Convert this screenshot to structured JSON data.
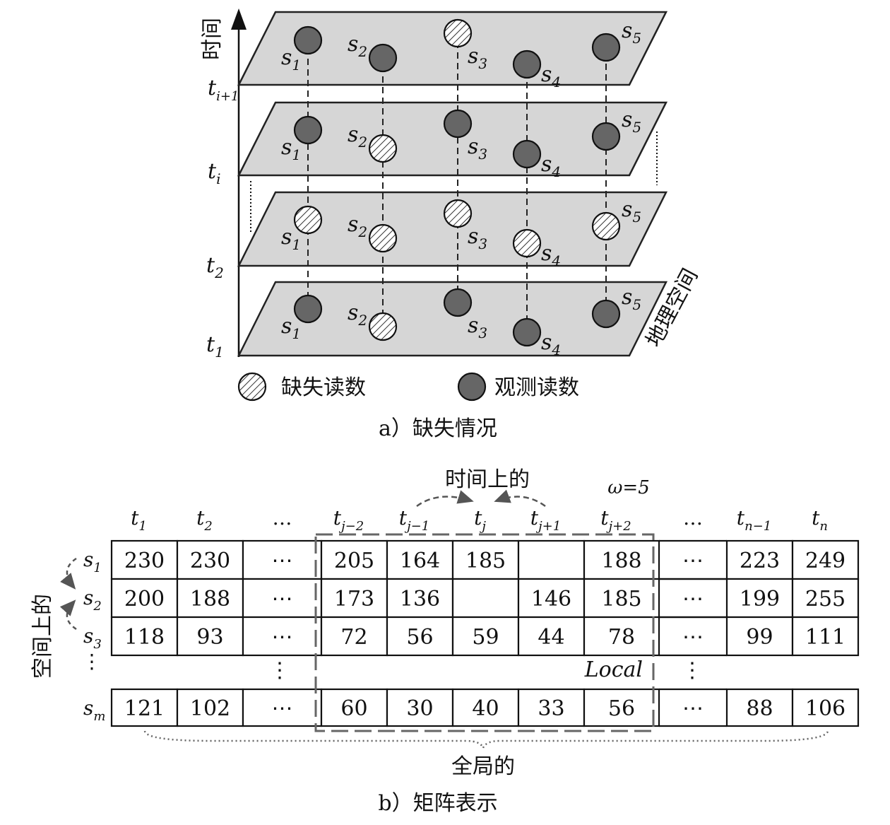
{
  "panel_a": {
    "axis_time": "时间",
    "axis_space": "地理空间",
    "time_labels": [
      {
        "t": "t",
        "sub": "1"
      },
      {
        "t": "t",
        "sub": "2"
      },
      {
        "t": "t",
        "sub": "i"
      },
      {
        "t": "t",
        "sub": "i+1"
      }
    ],
    "sensors": [
      "1",
      "2",
      "3",
      "4",
      "5"
    ],
    "layers": [
      {
        "time": "t_1",
        "states": [
          "observed",
          "missing",
          "observed",
          "observed",
          "observed"
        ]
      },
      {
        "time": "t_2",
        "states": [
          "missing",
          "missing",
          "missing",
          "missing",
          "missing"
        ]
      },
      {
        "time": "t_i",
        "states": [
          "observed",
          "missing",
          "observed",
          "observed",
          "observed"
        ]
      },
      {
        "time": "t_i+1",
        "states": [
          "observed",
          "observed",
          "missing",
          "observed",
          "observed"
        ]
      }
    ],
    "legend": {
      "missing": "缺失读数",
      "observed": "观测读数"
    },
    "caption": "a）缺失情况"
  },
  "panel_b": {
    "temporal_label": "时间上的",
    "spatial_label": "空间上的",
    "global_label": "全局的",
    "local_label": "Local",
    "window_label": "ω=5",
    "col_headers": [
      {
        "t": "t",
        "sub": "1"
      },
      {
        "t": "t",
        "sub": "2"
      },
      {
        "t": "…",
        "sub": ""
      },
      {
        "t": "t",
        "sub": "j−2"
      },
      {
        "t": "t",
        "sub": "j−1"
      },
      {
        "t": "t",
        "sub": "j"
      },
      {
        "t": "t",
        "sub": "j+1"
      },
      {
        "t": "t",
        "sub": "j+2"
      },
      {
        "t": "…",
        "sub": ""
      },
      {
        "t": "t",
        "sub": "n−1"
      },
      {
        "t": "t",
        "sub": "n"
      }
    ],
    "row_headers": [
      {
        "s": "s",
        "sub": "1"
      },
      {
        "s": "s",
        "sub": "2"
      },
      {
        "s": "s",
        "sub": "3"
      },
      {
        "s": "s",
        "sub": "m"
      }
    ],
    "rows": [
      [
        "230",
        "230",
        "⋯",
        "205",
        "164",
        "185",
        "",
        "188",
        "⋯",
        "223",
        "249"
      ],
      [
        "200",
        "188",
        "⋯",
        "173",
        "136",
        "",
        "146",
        "185",
        "⋯",
        "199",
        "255"
      ],
      [
        "118",
        "93",
        "⋯",
        "72",
        "56",
        "59",
        "44",
        "78",
        "⋯",
        "99",
        "111"
      ],
      [
        "121",
        "102",
        "⋯",
        "60",
        "30",
        "40",
        "33",
        "56",
        "⋯",
        "88",
        "106"
      ]
    ],
    "vdots": "⋮",
    "caption": "b）矩阵表示"
  }
}
